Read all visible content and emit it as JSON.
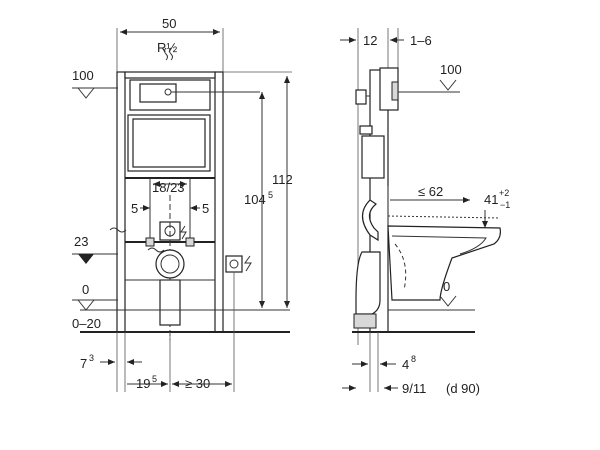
{
  "front_view": {
    "frame_width": "50",
    "thread": "R½",
    "level_top": "100",
    "level_mid": "23",
    "level_floor": "0",
    "floor_range": "0–20",
    "height_total": "112",
    "height_inner": "104",
    "height_inner_sup": "5",
    "spacing": "18/23",
    "offset_left": "5",
    "offset_right": "5",
    "bottom_left": "7",
    "bottom_left_sup": "3",
    "bottom_mid": "19",
    "bottom_mid_sup": "5",
    "bottom_right": "≥ 30"
  },
  "side_view": {
    "depth_top": "12",
    "range_top": "1–6",
    "level_top": "100",
    "reach": "≤ 62",
    "height": "41",
    "height_sup": "+2",
    "height_sub": "−1",
    "level_floor": "0",
    "bottom_a": "4",
    "bottom_a_sup": "8",
    "bottom_b": "9/11",
    "bottom_b_note": "(d 90)"
  }
}
